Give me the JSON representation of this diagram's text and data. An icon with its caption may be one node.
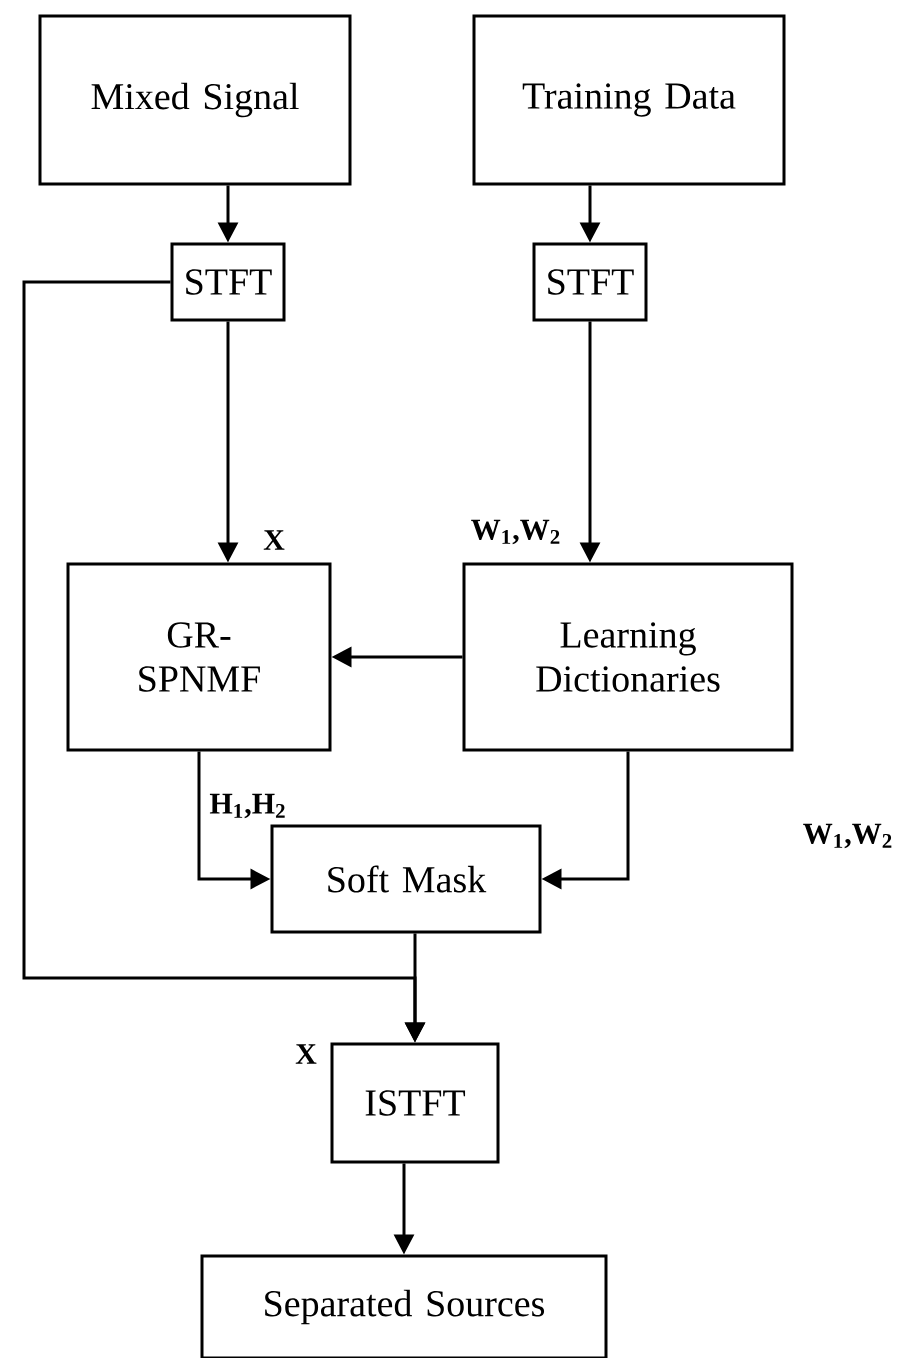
{
  "diagram": {
    "nodes": [
      {
        "text": [
          "Mixed Signal"
        ]
      },
      {
        "text": [
          "Training Data"
        ]
      },
      {
        "text": [
          "STFT"
        ]
      },
      {
        "text": [
          "STFT"
        ]
      },
      {
        "text": [
          "GR- SPNMF"
        ]
      },
      {
        "text": [
          "Learning Dictionaries"
        ]
      },
      {
        "text": [
          "Soft Mask"
        ]
      },
      {
        "text": [
          "ISTFT"
        ]
      },
      {
        "text": [
          "Separated Sources"
        ]
      }
    ],
    "edges": [
      {
        "from": 0,
        "to": 2,
        "arrow": "to"
      },
      {
        "from": 1,
        "to": 3,
        "arrow": "to"
      },
      {
        "from": 2,
        "to": 4,
        "arrow": "to"
      },
      {
        "from": 3,
        "to": 5,
        "arrow": "to"
      },
      {
        "from": 5,
        "to": 4,
        "arrow": "to"
      },
      {
        "from": 4,
        "to": 6,
        "arrow": "to"
      },
      {
        "from": 5,
        "to": 6,
        "arrow": "to"
      },
      {
        "from": 2,
        "to": 7,
        "arrow": "to"
      },
      {
        "from": 6,
        "to": 7,
        "arrow": "to"
      },
      {
        "from": 7,
        "to": 8,
        "arrow": "to"
      }
    ],
    "labels": [
      "X",
      "W$_{1}$,W$_{2}$",
      "H$_{1}$,H$_{2}$",
      "W$_{1}$,W$_{2}$",
      "X"
    ]
  }
}
